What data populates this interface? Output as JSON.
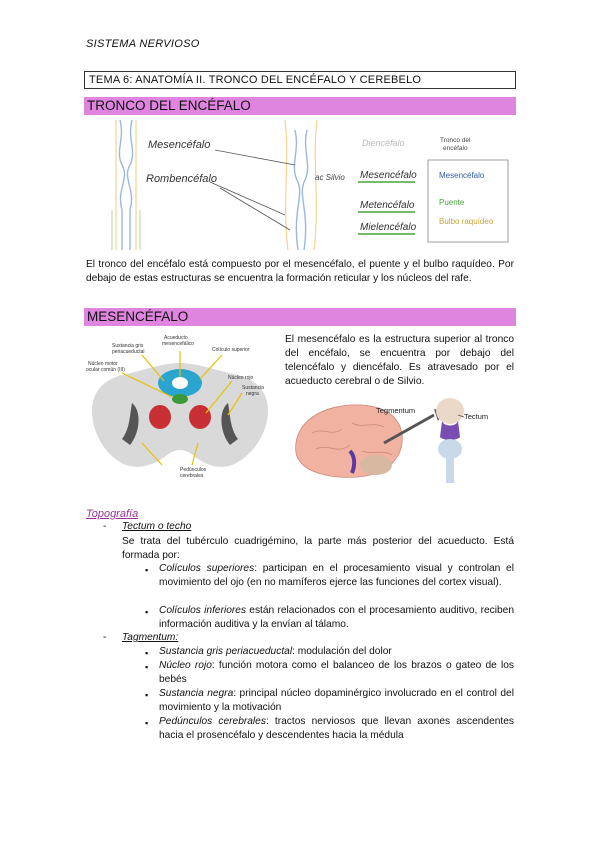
{
  "header": "SISTEMA NERVIOSO",
  "topic_title": "TEMA 6: ANATOMÍA II. TRONCO DEL ENCÉFALO Y CEREBELO",
  "section1": {
    "title": "TRONCO DEL ENCÉFALO",
    "figure": {
      "label_mesencefalo": "Mesencéfalo",
      "label_rombencefalo": "Rombencéfalo",
      "label_diencefalo": "Diencéfalo",
      "label_acsilvio": "ac Silvio",
      "label_mesencefalo2": "Mesencéfalo",
      "label_metencefalo": "Metencéfalo",
      "label_mielencefalo": "Mielencéfalo",
      "box_title": "Tronco del encéfalo",
      "box_items": [
        "Mesencéfalo",
        "Puente",
        "Bulbo raquídeo"
      ],
      "box_colors": [
        "#2f5fa8",
        "#4aa33a",
        "#c8a33a"
      ]
    },
    "paragraph": "El tronco del encéfalo está compuesto por el mesencéfalo, el puente y el bulbo raquídeo. Por debajo de estas estructuras se encuentra la formación reticular y los núcleos del rafe."
  },
  "section2": {
    "title": "MESENCÉFALO",
    "paragraph": "El mesencéfalo es la estructura superior al tronco del encéfalo, se encuentra por debajo del telencéfalo y diencéfalo. Es atravesado por el acueducto cerebral o de Silvio.",
    "fig1_labels": {
      "sustancia_gris": "Sustancia gris periacueductal",
      "acueducto": "Acueducto mesencefálico",
      "coliculo": "Colículo superior",
      "nucleo_motor": "Núcleo motor ocular común (III)",
      "nucleo_rojo": "Núcleo rojo",
      "sustancia_negra": "Sustancia negra",
      "pedunculos": "Pedúnculos cerebrales"
    },
    "fig2_labels": {
      "tegmentum": "Tegmentum",
      "tectum": "Tectum"
    }
  },
  "topografia": {
    "title": "Topografía",
    "tectum": {
      "label": "Tectum o techo",
      "desc": "Se trata del tubérculo cuadrigémino, la parte más posterior del acueducto. Está formada por:",
      "items": [
        {
          "term": "Colículos superiores",
          "text": ": participan en el procesamiento visual y controlan el movimiento del ojo (en no mamíferos ejerce las funciones del cortex visual)."
        },
        {
          "term": "Colículos inferiores",
          "text": " están relacionados con el procesamiento auditivo, reciben información auditiva y la envían al tálamo."
        }
      ]
    },
    "tegmentum": {
      "label": "Tagmentum:",
      "items": [
        {
          "term": "Sustancia gris periacueductal",
          "text": ": modulación del dolor"
        },
        {
          "term": "Núcleo rojo",
          "text": ": función motora como el balanceo de los brazos o gateo de los bebés"
        },
        {
          "term": "Sustancia negra",
          "text": ": principal núcleo dopaminérgico involucrado en el control del movimiento y la motivación"
        },
        {
          "term": "Pedúnculos cerebrales",
          "text": ": tractos nerviosos que llevan axones ascendentes hacia el prosencéfalo y descendentes hacia la médula"
        }
      ]
    }
  }
}
